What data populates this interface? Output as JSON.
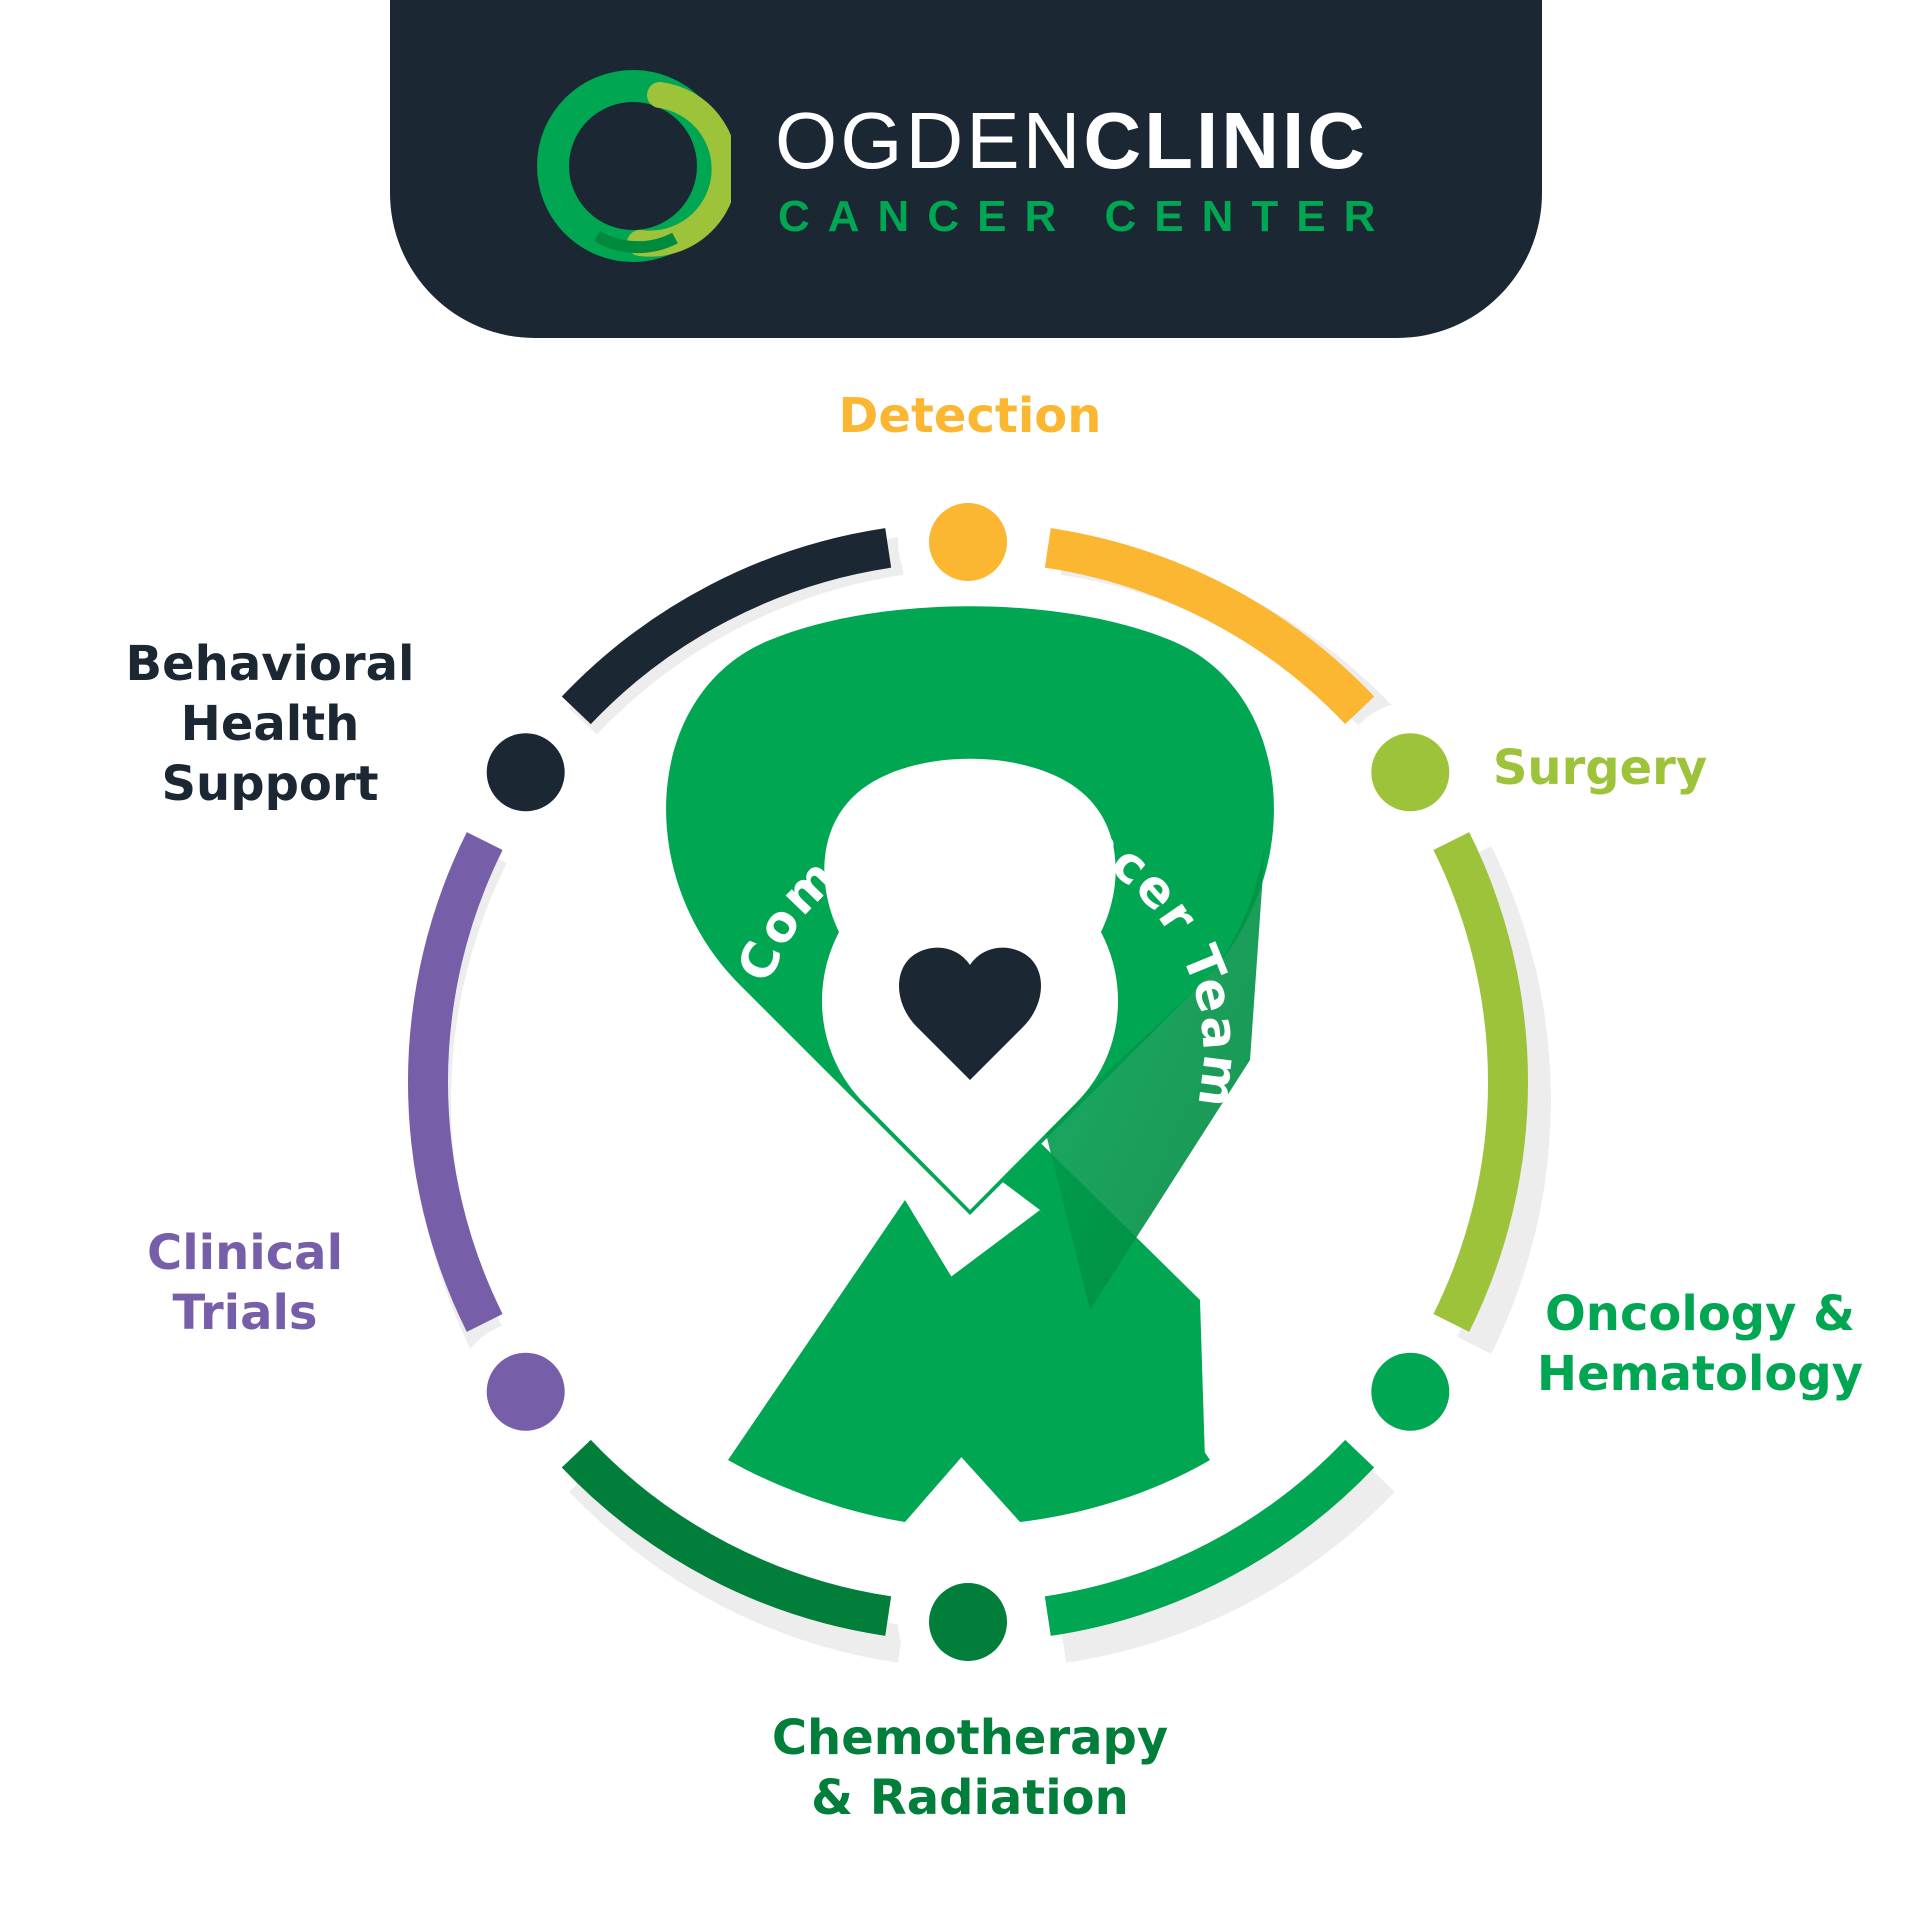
{
  "header": {
    "brand_name_light": "OGDEN",
    "brand_name_bold": "CLINIC",
    "brand_subtitle": "CANCER CENTER"
  },
  "ribbon": {
    "arc_text": "Your Complete Cancer Team",
    "icon": "heart-icon"
  },
  "stages": [
    {
      "id": "detection",
      "lines": [
        "Detection"
      ],
      "color": "#fbb731"
    },
    {
      "id": "surgery",
      "lines": [
        "Surgery"
      ],
      "color": "#9dc33b"
    },
    {
      "id": "oncology",
      "lines": [
        "Oncology &",
        "Hematology"
      ],
      "color": "#00a651"
    },
    {
      "id": "chemo",
      "lines": [
        "Chemotherapy",
        "& Radiation"
      ],
      "color": "#007e3a"
    },
    {
      "id": "trials",
      "lines": [
        "Clinical",
        "Trials"
      ],
      "color": "#765ea9"
    },
    {
      "id": "behavioral",
      "lines": [
        "Behavioral",
        "Health",
        "Support"
      ],
      "color": "#1b2733"
    }
  ],
  "colors": {
    "header_bg": "#1b2733",
    "logo_dark_green": "#00a651",
    "logo_light_green": "#9dc33b",
    "ribbon_green": "#00a651",
    "ring_shadow": "#ededed"
  }
}
